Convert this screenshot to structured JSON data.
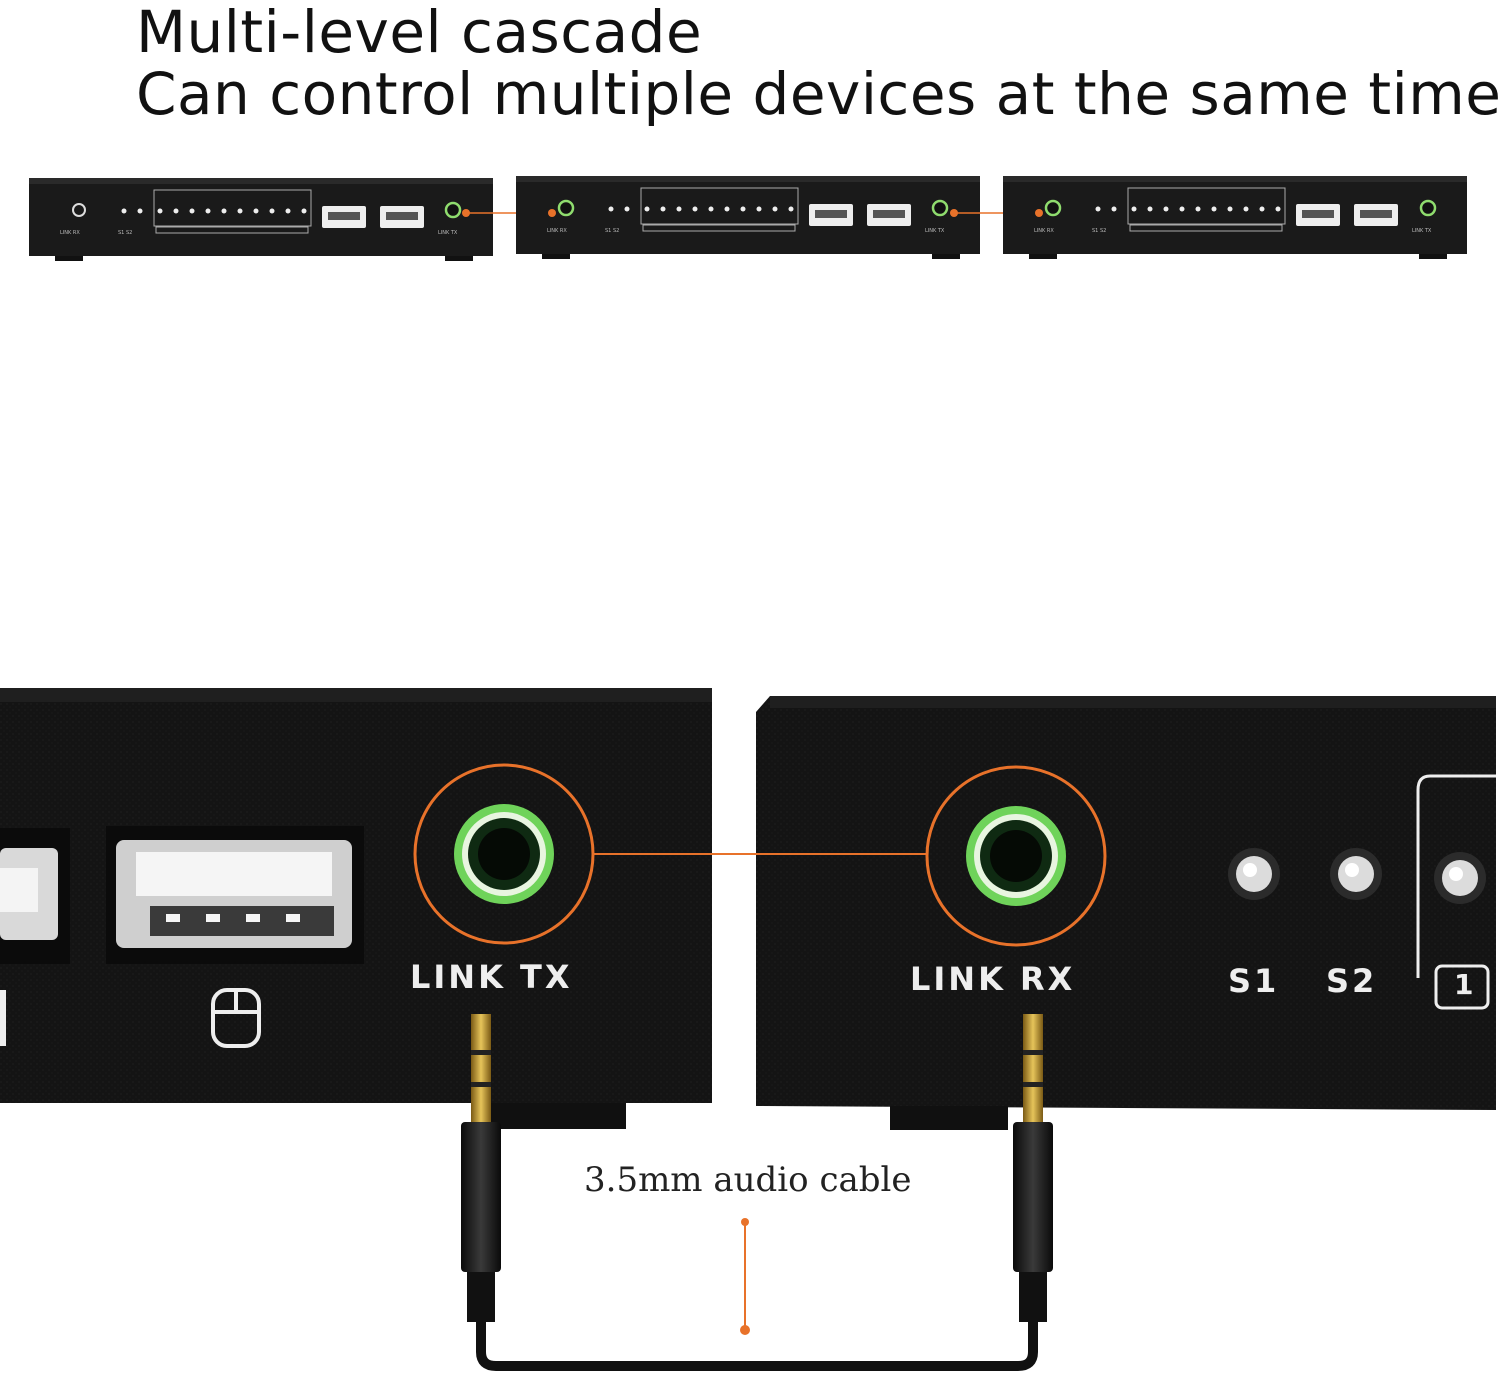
{
  "headline": {
    "line1": "Multi-level cascade",
    "line2": "Can control multiple devices at the same time"
  },
  "close_up": {
    "left_port_label": "LINK TX",
    "right_port_label": "LINK RX",
    "switch_labels": [
      "S1",
      "S2"
    ],
    "channel_number": "1",
    "cable_label": "3.5mm audio cable"
  },
  "mini_device": {
    "rx_label": "LINK RX",
    "tx_label": "LINK TX",
    "switch_labels": "S1 S2"
  },
  "colors": {
    "panel": "#161616",
    "port_ring": "#6fd35a",
    "highlight": "#e8722a",
    "gold_plug": "#c9a23a"
  },
  "icons": [
    "mouse-icon",
    "usb-port-icon",
    "audio-jack-icon",
    "led-indicator-icon"
  ]
}
